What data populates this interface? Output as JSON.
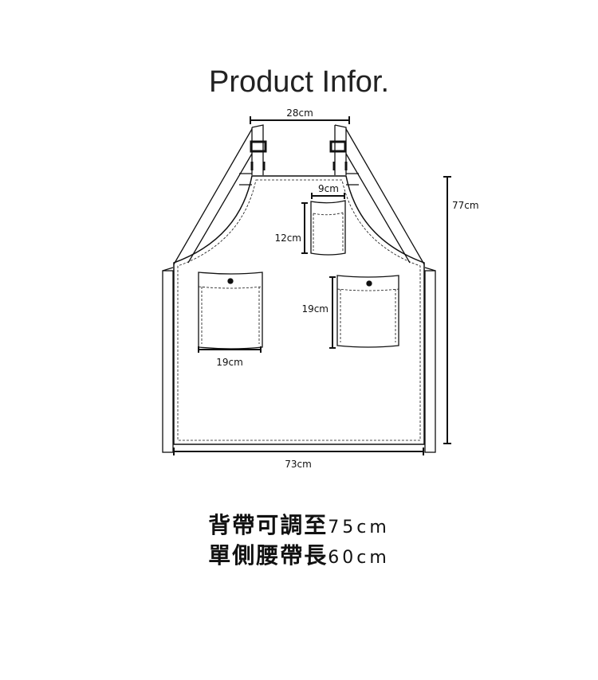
{
  "title": "Product Infor.",
  "dimensions": {
    "neck_width": "28cm",
    "total_length": "77cm",
    "width": "73cm",
    "small_pocket_width": "9cm",
    "small_pocket_height": "12cm",
    "right_pocket_height": "19cm",
    "left_pocket_width": "19cm"
  },
  "notes": [
    {
      "text": "背帶可調至",
      "value": "75cm"
    },
    {
      "text": "單側腰帶長",
      "value": "60cm"
    }
  ],
  "colors": {
    "line": "#111111",
    "background": "#ffffff"
  }
}
